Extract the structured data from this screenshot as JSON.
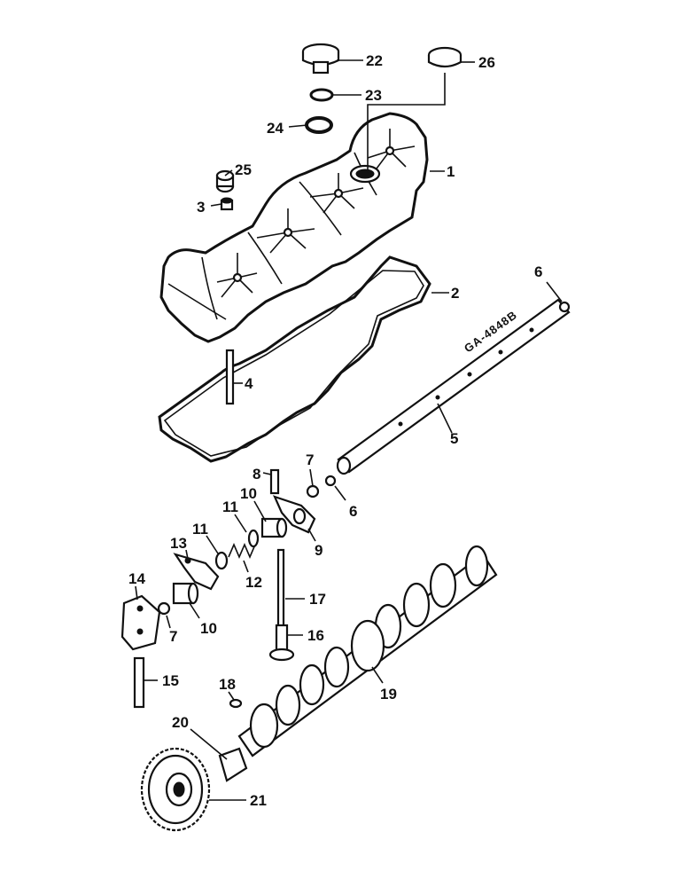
{
  "diagram": {
    "drawing_code": "GA-4848B",
    "callouts": [
      {
        "id": "1",
        "label": "1"
      },
      {
        "id": "2",
        "label": "2"
      },
      {
        "id": "3",
        "label": "3"
      },
      {
        "id": "4",
        "label": "4"
      },
      {
        "id": "5",
        "label": "5"
      },
      {
        "id": "6a",
        "label": "6"
      },
      {
        "id": "6b",
        "label": "6"
      },
      {
        "id": "7a",
        "label": "7"
      },
      {
        "id": "7b",
        "label": "7"
      },
      {
        "id": "8",
        "label": "8"
      },
      {
        "id": "9",
        "label": "9"
      },
      {
        "id": "10a",
        "label": "10"
      },
      {
        "id": "10b",
        "label": "10"
      },
      {
        "id": "11a",
        "label": "11"
      },
      {
        "id": "11b",
        "label": "11"
      },
      {
        "id": "12",
        "label": "12"
      },
      {
        "id": "13",
        "label": "13"
      },
      {
        "id": "14",
        "label": "14"
      },
      {
        "id": "15",
        "label": "15"
      },
      {
        "id": "16",
        "label": "16"
      },
      {
        "id": "17",
        "label": "17"
      },
      {
        "id": "18",
        "label": "18"
      },
      {
        "id": "19",
        "label": "19"
      },
      {
        "id": "20",
        "label": "20"
      },
      {
        "id": "21",
        "label": "21"
      },
      {
        "id": "22",
        "label": "22"
      },
      {
        "id": "23",
        "label": "23"
      },
      {
        "id": "24",
        "label": "24"
      },
      {
        "id": "25",
        "label": "25"
      },
      {
        "id": "26",
        "label": "26"
      }
    ]
  }
}
